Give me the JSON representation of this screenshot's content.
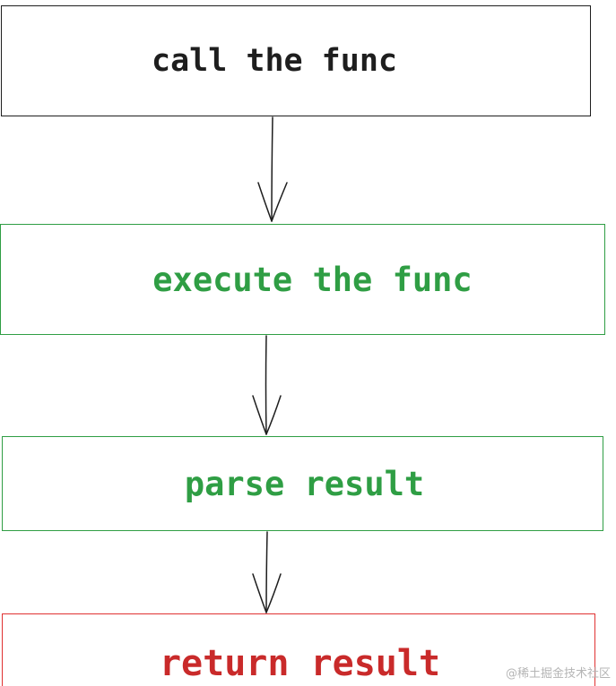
{
  "diagram": {
    "steps": [
      {
        "label": "call the func",
        "color": "#1e1e1e"
      },
      {
        "label": "execute the func",
        "color": "#2f9e44"
      },
      {
        "label": "parse result",
        "color": "#2f9e44"
      },
      {
        "label": "return result",
        "color": "#e03131"
      }
    ]
  },
  "watermark": "@稀土掘金技术社区"
}
